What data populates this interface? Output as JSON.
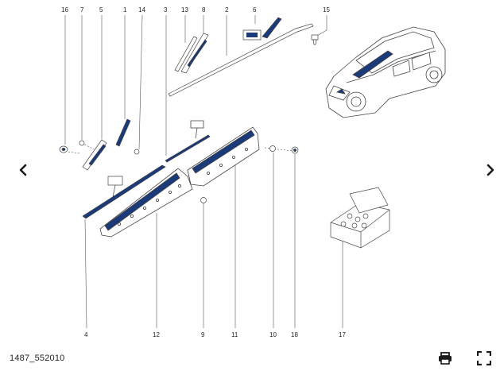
{
  "viewer": {
    "caption": "1487_552010",
    "icons": {
      "prev": "chevron-left-icon",
      "next": "chevron-right-icon",
      "print": "printer-icon",
      "fullscreen": "fullscreen-icon"
    },
    "colors": {
      "accent": "#1a3a7a",
      "line": "#555555"
    }
  },
  "diagram": {
    "callouts_top": [
      "16",
      "7",
      "5",
      "1",
      "14",
      "3",
      "13",
      "8",
      "2",
      "6",
      "15"
    ],
    "callouts_bottom": [
      "4",
      "12",
      "9",
      "11",
      "10",
      "18",
      "17"
    ]
  }
}
